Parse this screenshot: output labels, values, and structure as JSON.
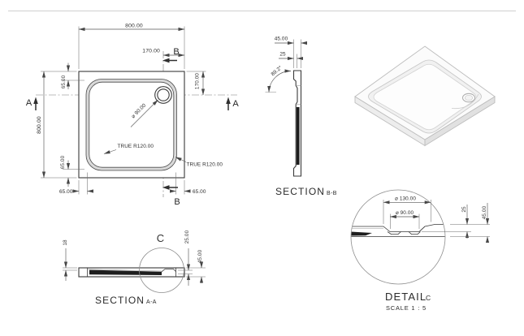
{
  "colors": {
    "line": "#3a3a3a",
    "dimension": "#555555",
    "background": "#ffffff"
  },
  "plan": {
    "dims": {
      "width_top": "800.00",
      "drain_offset_top": "170.00",
      "height_left": "800.00",
      "rim_top_left": "65.00",
      "rim_bottom_left": "65.00",
      "drain_offset_right": "170.00",
      "rim_bottom_left_h": "65.00",
      "rim_bottom_right_h": "65.00",
      "drain_dia": "⌀ 90.00",
      "corner_radius_left": "TRUE R120.00",
      "corner_radius_right": "TRUE R120.00"
    },
    "markers": {
      "a": "A",
      "b": "B"
    }
  },
  "section_bb": {
    "title": "SECTION",
    "subtitle": "B-B",
    "dims": {
      "depth": "45.00",
      "recess": "25",
      "angle": "89.2°"
    }
  },
  "section_aa": {
    "title": "SECTION",
    "subtitle": "A-A",
    "detail_marker": "C",
    "dims": {
      "edge": "18",
      "recess": "25.00",
      "depth": "45.00"
    }
  },
  "detail_c": {
    "title": "DETAIL",
    "subtitle": "C",
    "scale": "SCALE 1 : 5",
    "dims": {
      "recess_dia": "⌀ 130.00",
      "hole_dia": "⌀ 90.00",
      "recess_depth": "25",
      "depth": "45.00"
    }
  }
}
